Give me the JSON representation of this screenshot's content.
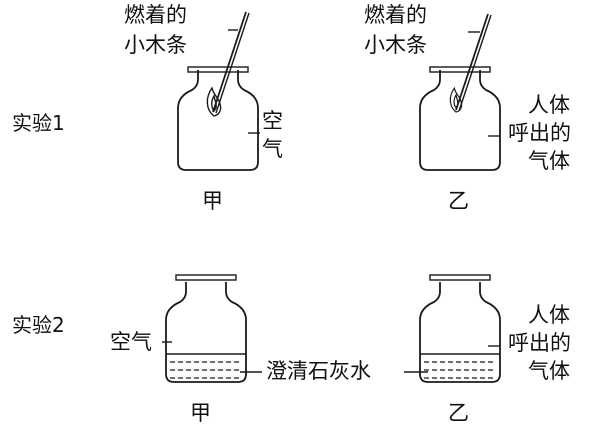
{
  "experiment1": {
    "row_label": "实验1",
    "stick_label_line1": "燃着的",
    "stick_label_line2": "小木条",
    "left_gas_label_line1": "空",
    "left_gas_label_line2": "气",
    "right_gas_label_line1": "人体",
    "right_gas_label_line2": "呼出的",
    "right_gas_label_line3": "气体",
    "left_jar_label": "甲",
    "right_jar_label": "乙"
  },
  "experiment2": {
    "row_label": "实验2",
    "left_gas_label": "空气",
    "liquid_label": "澄清石灰水",
    "right_gas_label_line1": "人体",
    "right_gas_label_line2": "呼出的",
    "right_gas_label_line3": "气体",
    "left_jar_label": "甲",
    "right_jar_label": "乙"
  }
}
